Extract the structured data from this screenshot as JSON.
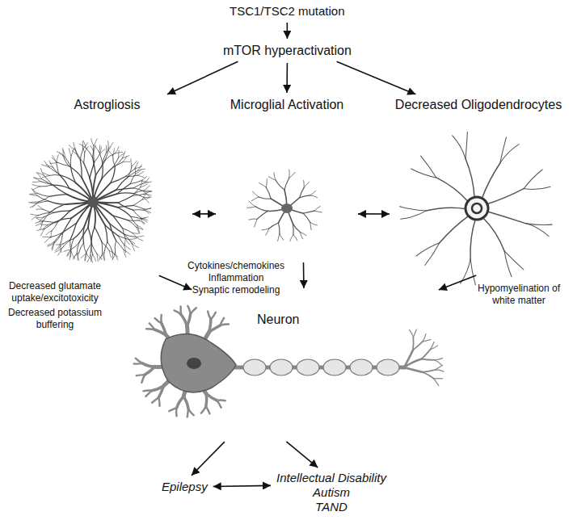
{
  "diagram": {
    "nodes": [
      {
        "text": [
          "TSC1/TSC2 mutation"
        ]
      },
      {
        "text": [
          "mTOR hyperactivation"
        ]
      },
      {
        "text": [
          "Astrogliosis"
        ]
      },
      {
        "text": [
          "Microglial Activation"
        ]
      },
      {
        "text": [
          "Decreased Oligodendrocytes"
        ]
      },
      {
        "text": [
          "Neuron"
        ]
      },
      {
        "text": [
          "Epilepsy"
        ]
      },
      {
        "text": [
          "Intellectual Disability",
          "Autism",
          "TAND"
        ]
      }
    ],
    "edges": [
      {
        "from": 0,
        "to": 1,
        "arrow": "to"
      },
      {
        "from": 1,
        "to": 2,
        "arrow": "to"
      },
      {
        "from": 1,
        "to": 3,
        "arrow": "to"
      },
      {
        "from": 1,
        "to": 4,
        "arrow": "to"
      },
      {
        "from": 2,
        "to": 3,
        "arrow": "both"
      },
      {
        "from": 3,
        "to": 4,
        "arrow": "both"
      },
      {
        "from": 2,
        "to": 5,
        "arrow": "to"
      },
      {
        "from": 3,
        "to": 5,
        "arrow": "to"
      },
      {
        "from": 4,
        "to": 5,
        "arrow": "to"
      },
      {
        "from": 5,
        "to": 6,
        "arrow": "to"
      },
      {
        "from": 5,
        "to": 7,
        "arrow": "to"
      },
      {
        "from": 6,
        "to": 7,
        "arrow": "both"
      }
    ],
    "labels": [
      "Decreased glutamate uptake/excitotoxicity",
      "Decreased potassium buffering",
      "Cytokines/chemokines",
      "Inflammation",
      "Synaptic remodeling",
      "Hypomyelination of white matter"
    ]
  }
}
